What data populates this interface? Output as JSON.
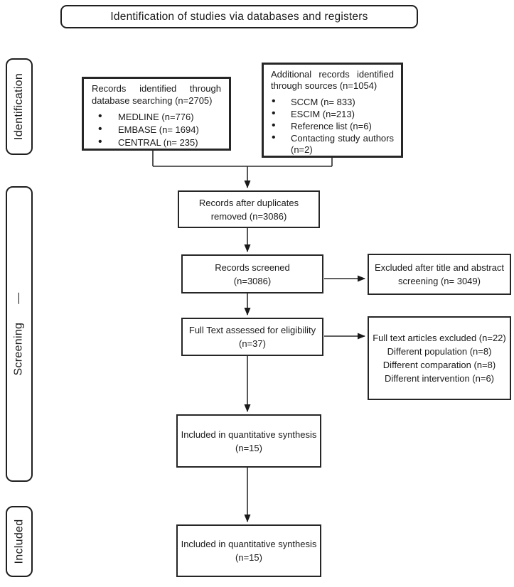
{
  "title": "Identification of studies via databases and registers",
  "stages": {
    "identification": "Identification",
    "screening": "Screening",
    "screening_dash": "—",
    "included": "Included"
  },
  "boxes": {
    "database_records": {
      "heading_line1": "Records identified through",
      "heading_line2": "database searching (n=2705)",
      "items": [
        "MEDLINE (n=776)",
        "EMBASE (n= 1694)",
        "CENTRAL (n= 235)"
      ]
    },
    "additional_records": {
      "heading_line1": "Additional records identified",
      "heading_line2": "through sources (n=1054)",
      "items": [
        "SCCM (n= 833)",
        "ESCIM (n=213)",
        "Reference list (n=6)"
      ],
      "item_wrap_line1": "Contacting study authors",
      "item_wrap_line2": "(n=2)"
    },
    "duplicates_removed": "Records after duplicates\nremoved (n=3086)",
    "records_screened": "Records screened\n(n=3086)",
    "excluded_screening": "Excluded after title and abstract\nscreening (n= 3049)",
    "full_text_assessed": "Full Text assessed for eligibility\n(n=37)",
    "full_text_excluded": "Full text articles excluded (n=22)\nDifferent population (n=8)\nDifferent comparation (n=8)\nDifferent intervention (n=6)",
    "quantitative_synthesis_1": "Included in quantitative synthesis\n(n=15)",
    "quantitative_synthesis_2": "Included in quantitative synthesis\n(n=15)"
  }
}
